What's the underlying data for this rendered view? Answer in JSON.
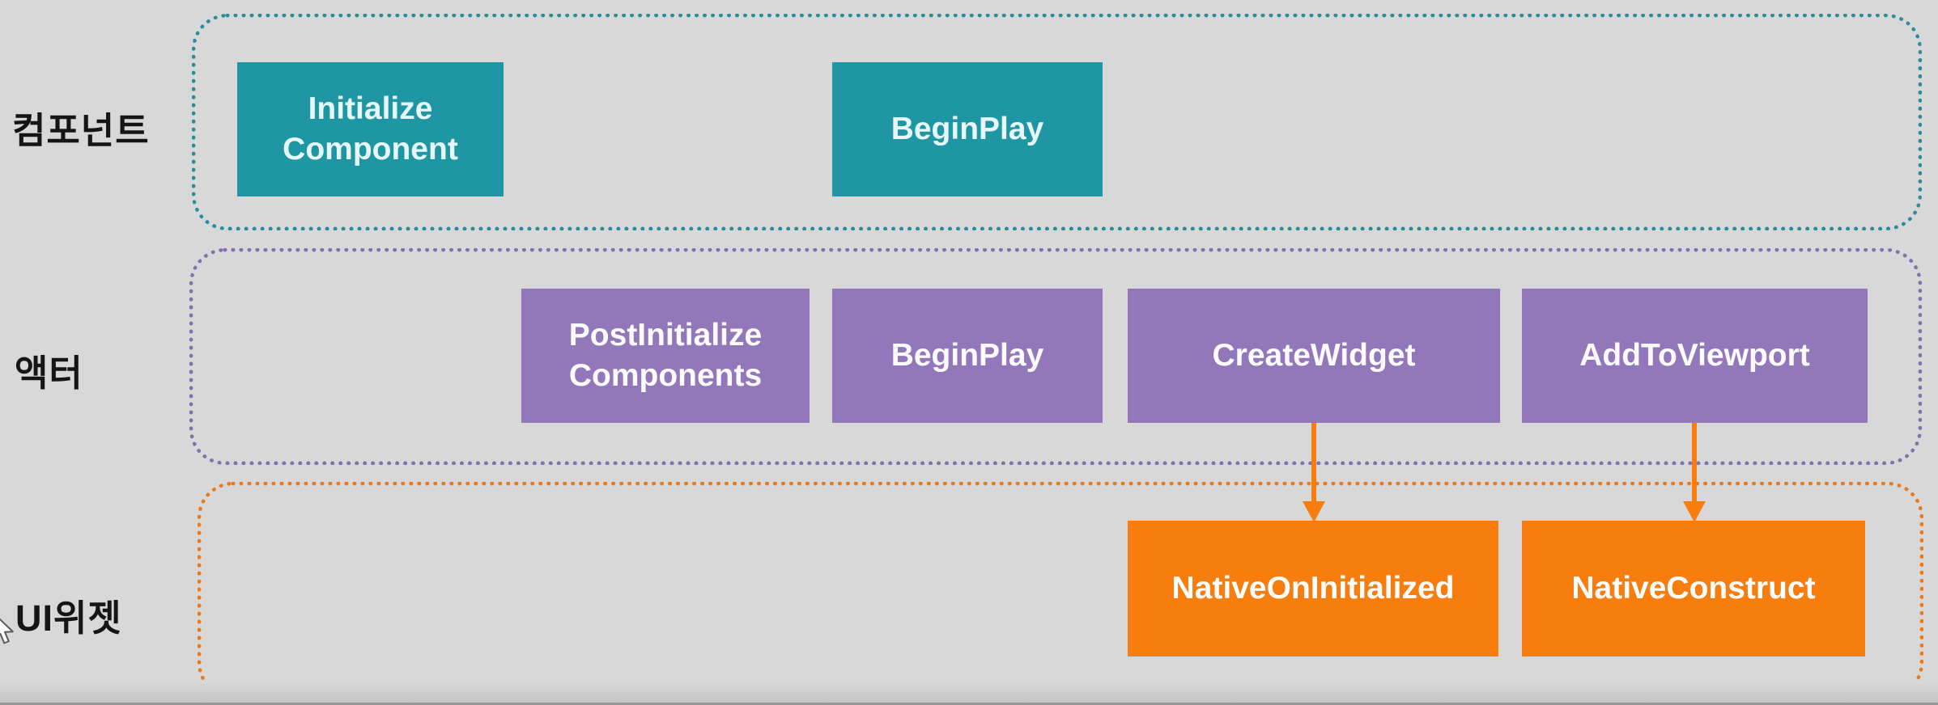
{
  "page": {
    "background_color": "#d8d8d8",
    "description_texts": {}
  },
  "tiers": [
    {
      "id": "component",
      "label": "컴포넌트",
      "frame_color": "#2b8d9b",
      "node_color": "#1f96a4",
      "nodes": [
        {
          "id": "initialize-component",
          "lines": [
            "Initialize",
            "Component"
          ]
        },
        {
          "id": "beginplay",
          "lines": [
            "BeginPlay"
          ]
        }
      ]
    },
    {
      "id": "actor",
      "label": "액터",
      "frame_color": "#8172ad",
      "node_color": "#9278bb",
      "nodes": [
        {
          "id": "postinitialize-components",
          "lines": [
            "PostInitialize",
            "Components"
          ]
        },
        {
          "id": "beginplay",
          "lines": [
            "BeginPlay"
          ]
        },
        {
          "id": "createwidget",
          "lines": [
            "CreateWidget"
          ]
        },
        {
          "id": "addtoviewport",
          "lines": [
            "AddToViewport"
          ]
        }
      ]
    },
    {
      "id": "ui-widget",
      "label": "UI위젯",
      "frame_color": "#e8791c",
      "node_color": "#f67d0e",
      "nodes": [
        {
          "id": "nativeoninitialized",
          "lines": [
            "NativeOnInitialized"
          ]
        },
        {
          "id": "nativeconstruct",
          "lines": [
            "NativeConstruct"
          ]
        }
      ]
    }
  ],
  "arrows": [
    {
      "from": "CreateWidget",
      "to": "NativeOnInitialized",
      "color": "#f67d0e"
    },
    {
      "from": "AddToViewport",
      "to": "NativeConstruct",
      "color": "#f67d0e"
    }
  ],
  "cursor": {
    "icon": "mouse-cursor"
  }
}
